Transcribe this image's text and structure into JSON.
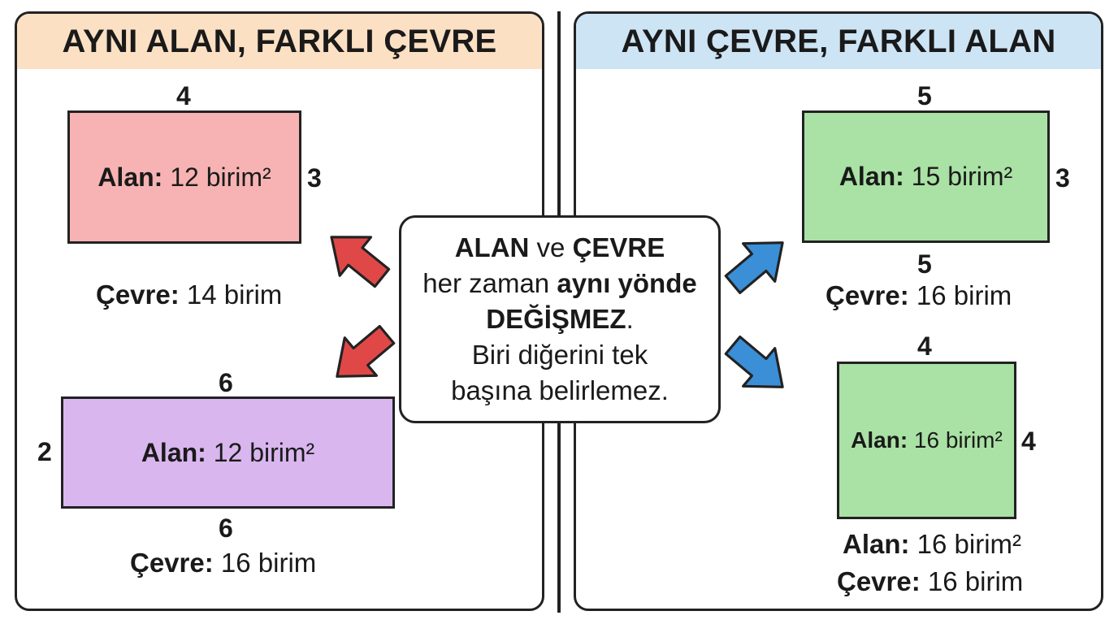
{
  "left_panel": {
    "title": "AYNI ALAN, FARKLI ÇEVRE",
    "rect1": {
      "top_side": "4",
      "right_side": "3",
      "area_label": "Alan:",
      "area_value": "12 birim²",
      "perimeter_label": "Çevre:",
      "perimeter_value": "14 birim",
      "fill": "#f7b3b3"
    },
    "rect2": {
      "top_side": "6",
      "left_side": "2",
      "bottom_side": "6",
      "area_label": "Alan:",
      "area_value": "12 birim²",
      "perimeter_label": "Çevre:",
      "perimeter_value": "16 birim",
      "fill": "#d9b6ee"
    }
  },
  "right_panel": {
    "title": "AYNI ÇEVRE, FARKLI ALAN",
    "rect1": {
      "top_side": "5",
      "right_side": "3",
      "bottom_side": "5",
      "area_label": "Alan:",
      "area_value": "15 birim²",
      "perimeter_label": "Çevre:",
      "perimeter_value": "16 birim",
      "fill": "#a9e2a4"
    },
    "rect2": {
      "top_side": "4",
      "right_side": "4",
      "area_label": "Alan:",
      "area_value": "16 birim²",
      "caption_area_label": "Alan:",
      "caption_area_value": "16 birim²",
      "perimeter_label": "Çevre:",
      "perimeter_value": "16 birim",
      "fill": "#a9e2a4"
    }
  },
  "center_note": {
    "line1_bold_a": "ALAN",
    "line1_mid": " ve ",
    "line1_bold_b": "ÇEVRE",
    "line2_plain": "her zaman ",
    "line2_bold": "aynı yönde",
    "line3_bold": "DEĞİŞMEZ",
    "line3_end": ".",
    "line4": "Biri diğerini tek",
    "line5": "başına belirlemez."
  },
  "colors": {
    "left_header_bg": "#fbe0c4",
    "right_header_bg": "#cde4f5",
    "left_arrows": "#e04848",
    "right_arrows": "#3a8fd6"
  }
}
